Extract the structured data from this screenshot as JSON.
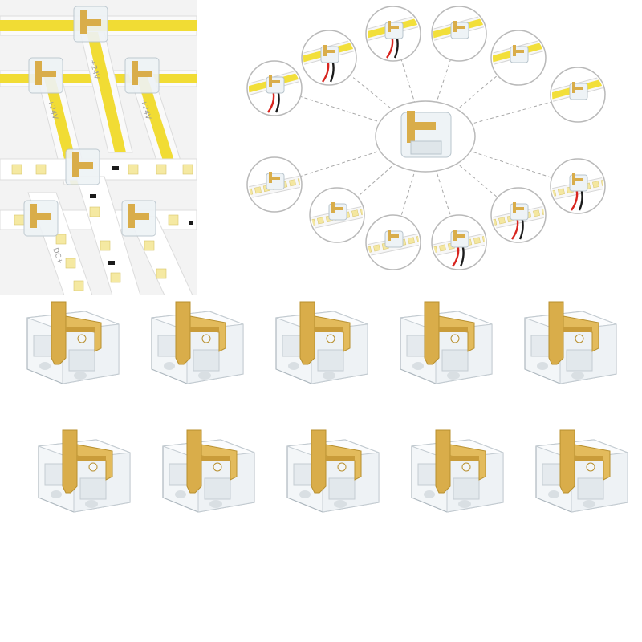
{
  "scene": {
    "colors": {
      "background": "#ffffff",
      "led_yellow": "#f2df3a",
      "led_warm_white": "#f4e7a0",
      "pcb_white": "#f7f7f7",
      "brass": "#d9ad4a",
      "wire_red": "#d8251f",
      "wire_black": "#1b1b1b",
      "circle_border": "#b9b9b9",
      "dash_line": "#a8a8a8"
    },
    "strip_labels": [
      "+24V",
      "+24V",
      "+24V",
      "DC+"
    ],
    "diagram": {
      "satellite_count": 12,
      "variants": [
        "cob-strip",
        "cob-strip-wire",
        "smd-strip",
        "smd-strip-wire"
      ]
    },
    "connector_grid": {
      "rows": 2,
      "columns": 5,
      "count": 10
    }
  }
}
